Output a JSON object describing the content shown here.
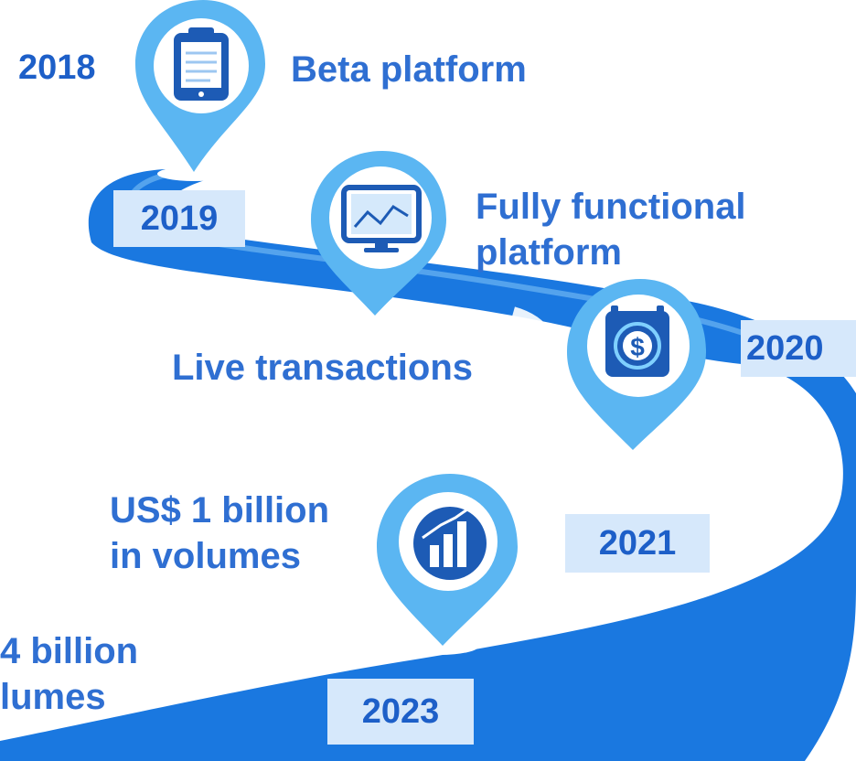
{
  "milestones": [
    {
      "year": "2018",
      "label": "Beta platform",
      "icon": "clipboard-icon"
    },
    {
      "year": "2019",
      "label_line1": "Fully functional",
      "label_line2": "platform",
      "icon": "monitor-chart-icon"
    },
    {
      "year": "2020",
      "label": "Live transactions",
      "icon": "dollar-exchange-icon"
    },
    {
      "year": "2021",
      "label_line1": "US$ 1 billion",
      "label_line2": "in volumes",
      "icon": "growth-bars-icon"
    },
    {
      "year": "2023",
      "label_line1": "4 billion",
      "label_line2": "lumes"
    }
  ],
  "colors": {
    "road": "#1a78e0",
    "road_light": "#5aaaf0",
    "pin": "#5bb6f2",
    "label": "#2f6fd2",
    "year_box": "#d6e8fb",
    "icon_dark": "#1d5bb5"
  }
}
